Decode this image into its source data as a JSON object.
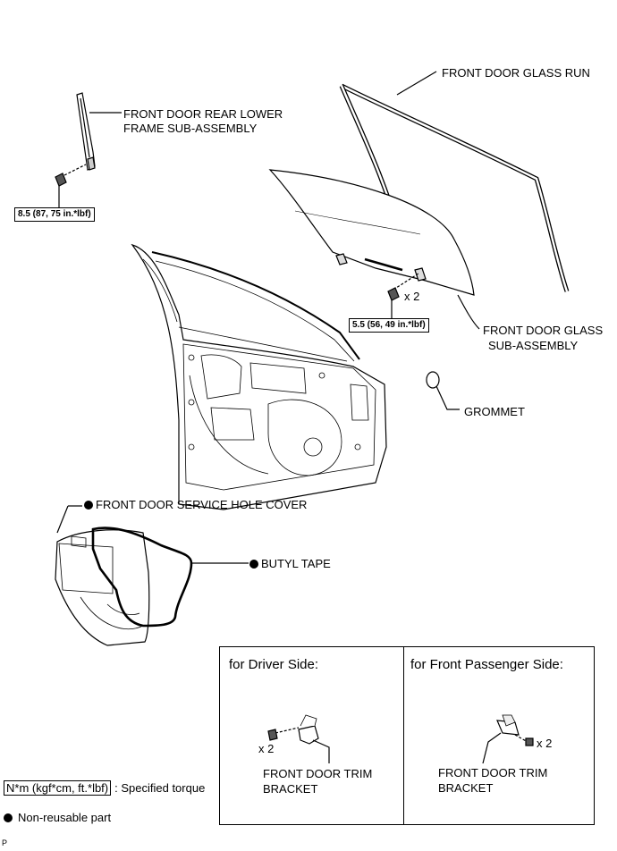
{
  "labels": {
    "glass_run": "FRONT DOOR GLASS RUN",
    "rear_lower_frame_1": "FRONT DOOR REAR LOWER",
    "rear_lower_frame_2": "FRAME SUB-ASSEMBLY",
    "glass_sub_1": "FRONT DOOR GLASS",
    "glass_sub_2": "SUB-ASSEMBLY",
    "grommet": "GROMMET",
    "service_hole_cover": "FRONT DOOR SERVICE HOLE COVER",
    "butyl_tape": "BUTYL TAPE"
  },
  "torques": {
    "rear_lower_frame": "8.5 (87, 75 in.*lbf)",
    "glass_bolts": "5.5 (56, 49 in.*lbf)"
  },
  "quantities": {
    "glass_bolts": "x 2",
    "driver_bracket_bolts": "x 2",
    "passenger_bracket_bolts": "x 2"
  },
  "inset": {
    "driver_title": "for Driver Side:",
    "passenger_title": "for Front Passenger Side:",
    "driver_part_1": "FRONT DOOR TRIM",
    "driver_part_2": "BRACKET",
    "passenger_part_1": "FRONT DOOR TRIM",
    "passenger_part_2": "BRACKET"
  },
  "legend": {
    "torque_box": "N*m (kgf*cm, ft.*lbf)",
    "torque_text": ": Specified torque",
    "non_reusable": "Non-reusable part"
  },
  "figure_code": "P"
}
